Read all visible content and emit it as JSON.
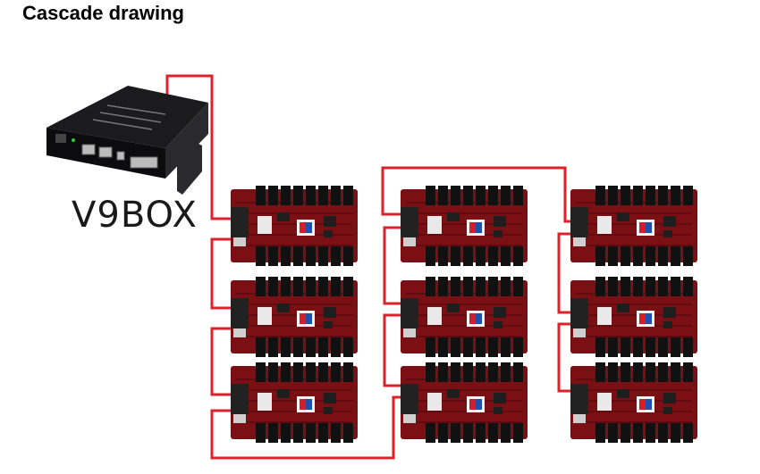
{
  "title": "Cascade drawing",
  "device": {
    "label": "V9BOX"
  },
  "colors": {
    "cable": "#e0202a",
    "board": "#7a0f14",
    "board_dark": "#4a0609",
    "header": "#111111",
    "chip": "#1e1e1e",
    "box": "#1b1b1e",
    "box_side": "#0c0c0e",
    "label": "#1a1a1a"
  },
  "grid": {
    "columns": 3,
    "rows": 3
  }
}
